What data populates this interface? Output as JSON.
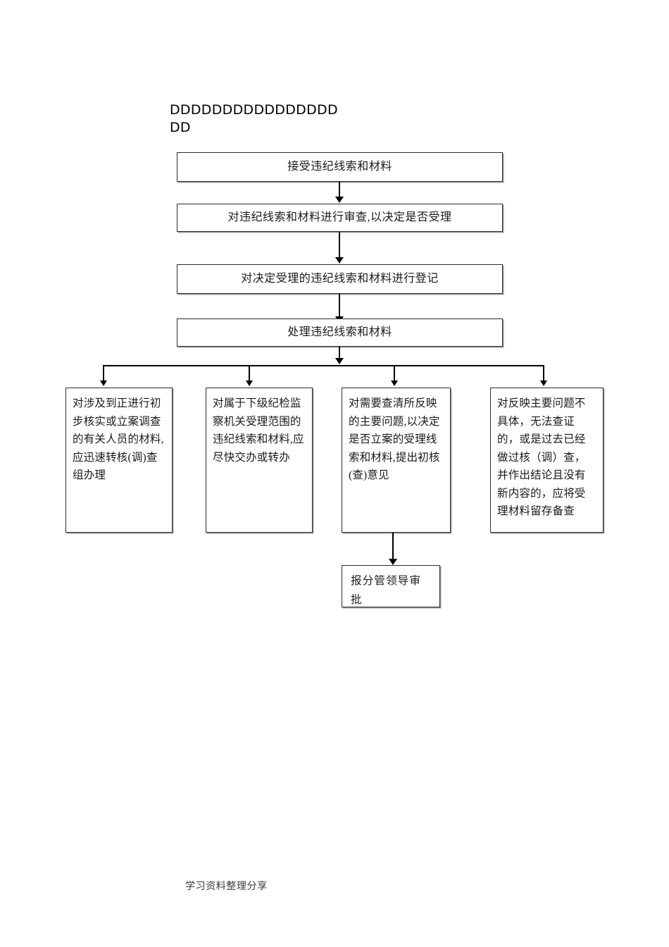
{
  "document": {
    "title_text": "DDDDDDDDDDDDDDDD\nDD",
    "footer_note": "学习资料整理分享"
  },
  "flowchart": {
    "type": "flowchart",
    "orientation": "top-to-bottom",
    "main_chain": [
      {
        "id": "step1",
        "label": "接受违纪线索和材料"
      },
      {
        "id": "step2",
        "label": "对违纪线索和材料进行审查,以决定是否受理"
      },
      {
        "id": "step3",
        "label": "对决定受理的违纪线索和材料进行登记"
      },
      {
        "id": "step4",
        "label": "处理违纪线索和材料"
      }
    ],
    "branches": [
      {
        "id": "branch1",
        "label": "对涉及到正进行初步核实或立案调查的有关人员的材料,应迅速转核(调)查组办理"
      },
      {
        "id": "branch2",
        "label": "对属于下级纪检监察机关受理范围的违纪线索和材料,应尽快交办或转办"
      },
      {
        "id": "branch3",
        "label": "对需要查清所反映的主要问题,以决定是否立案的受理线索和材料,提出初核(查)意见"
      },
      {
        "id": "branch4",
        "label": "对反映主要问题不具体，无法查证的，或是过去已经做过核（调）查，并作出结论且没有新内容的，应将受理材料留存备查"
      }
    ],
    "terminal": {
      "id": "approval",
      "label": "报分管领导审批"
    },
    "colors": {
      "line": "#000000",
      "box_border": "#2b2b2b",
      "box_fill": "#ffffff",
      "text": "#1a1a1a",
      "shadow": "#9a9a9a"
    }
  }
}
